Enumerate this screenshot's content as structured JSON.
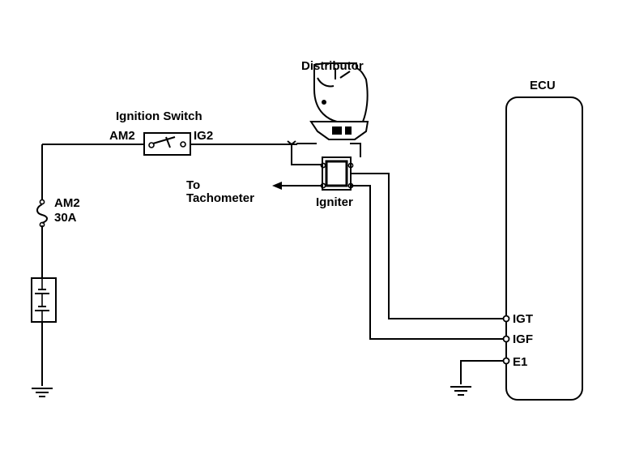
{
  "labels": {
    "distributor": "Distributor",
    "ecu": "ECU",
    "ignition_switch": "Ignition Switch",
    "am2_terminal": "AM2",
    "ig2_terminal": "IG2",
    "to": "To",
    "tachometer": "Tachometer",
    "igniter": "Igniter",
    "fuse_name": "AM2",
    "fuse_rating": "30A",
    "igt": "IGT",
    "igf": "IGF",
    "e1": "E1"
  }
}
